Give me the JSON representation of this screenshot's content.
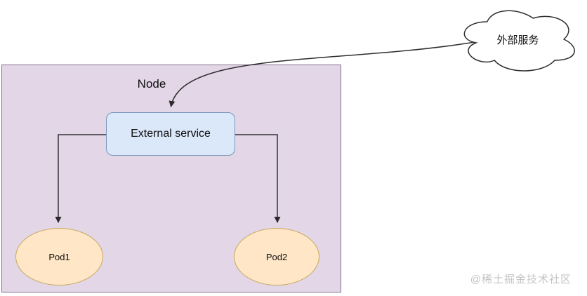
{
  "diagram": {
    "cloud": {
      "label": "外部服务"
    },
    "node": {
      "label": "Node"
    },
    "service": {
      "label": "External service"
    },
    "pods": [
      {
        "label": "Pod1"
      },
      {
        "label": "Pod2"
      }
    ],
    "edges": [
      {
        "from": "外部服务",
        "to": "External service",
        "style": "curved-arrow"
      },
      {
        "from": "External service",
        "to": "Pod1",
        "style": "elbow-arrow"
      },
      {
        "from": "External service",
        "to": "Pod2",
        "style": "elbow-arrow"
      }
    ],
    "colors": {
      "node_fill": "#e2d6e7",
      "node_stroke": "#84718d",
      "service_fill": "#dbe8f9",
      "service_stroke": "#7a97b8",
      "pod_fill": "#ffe6c6",
      "pod_stroke": "#c9a95f",
      "cloud_fill": "#ffffff",
      "cloud_stroke": "#2e2e2e",
      "edge_stroke": "#333333"
    }
  },
  "watermark": {
    "text": "@稀土掘金技术社区"
  }
}
